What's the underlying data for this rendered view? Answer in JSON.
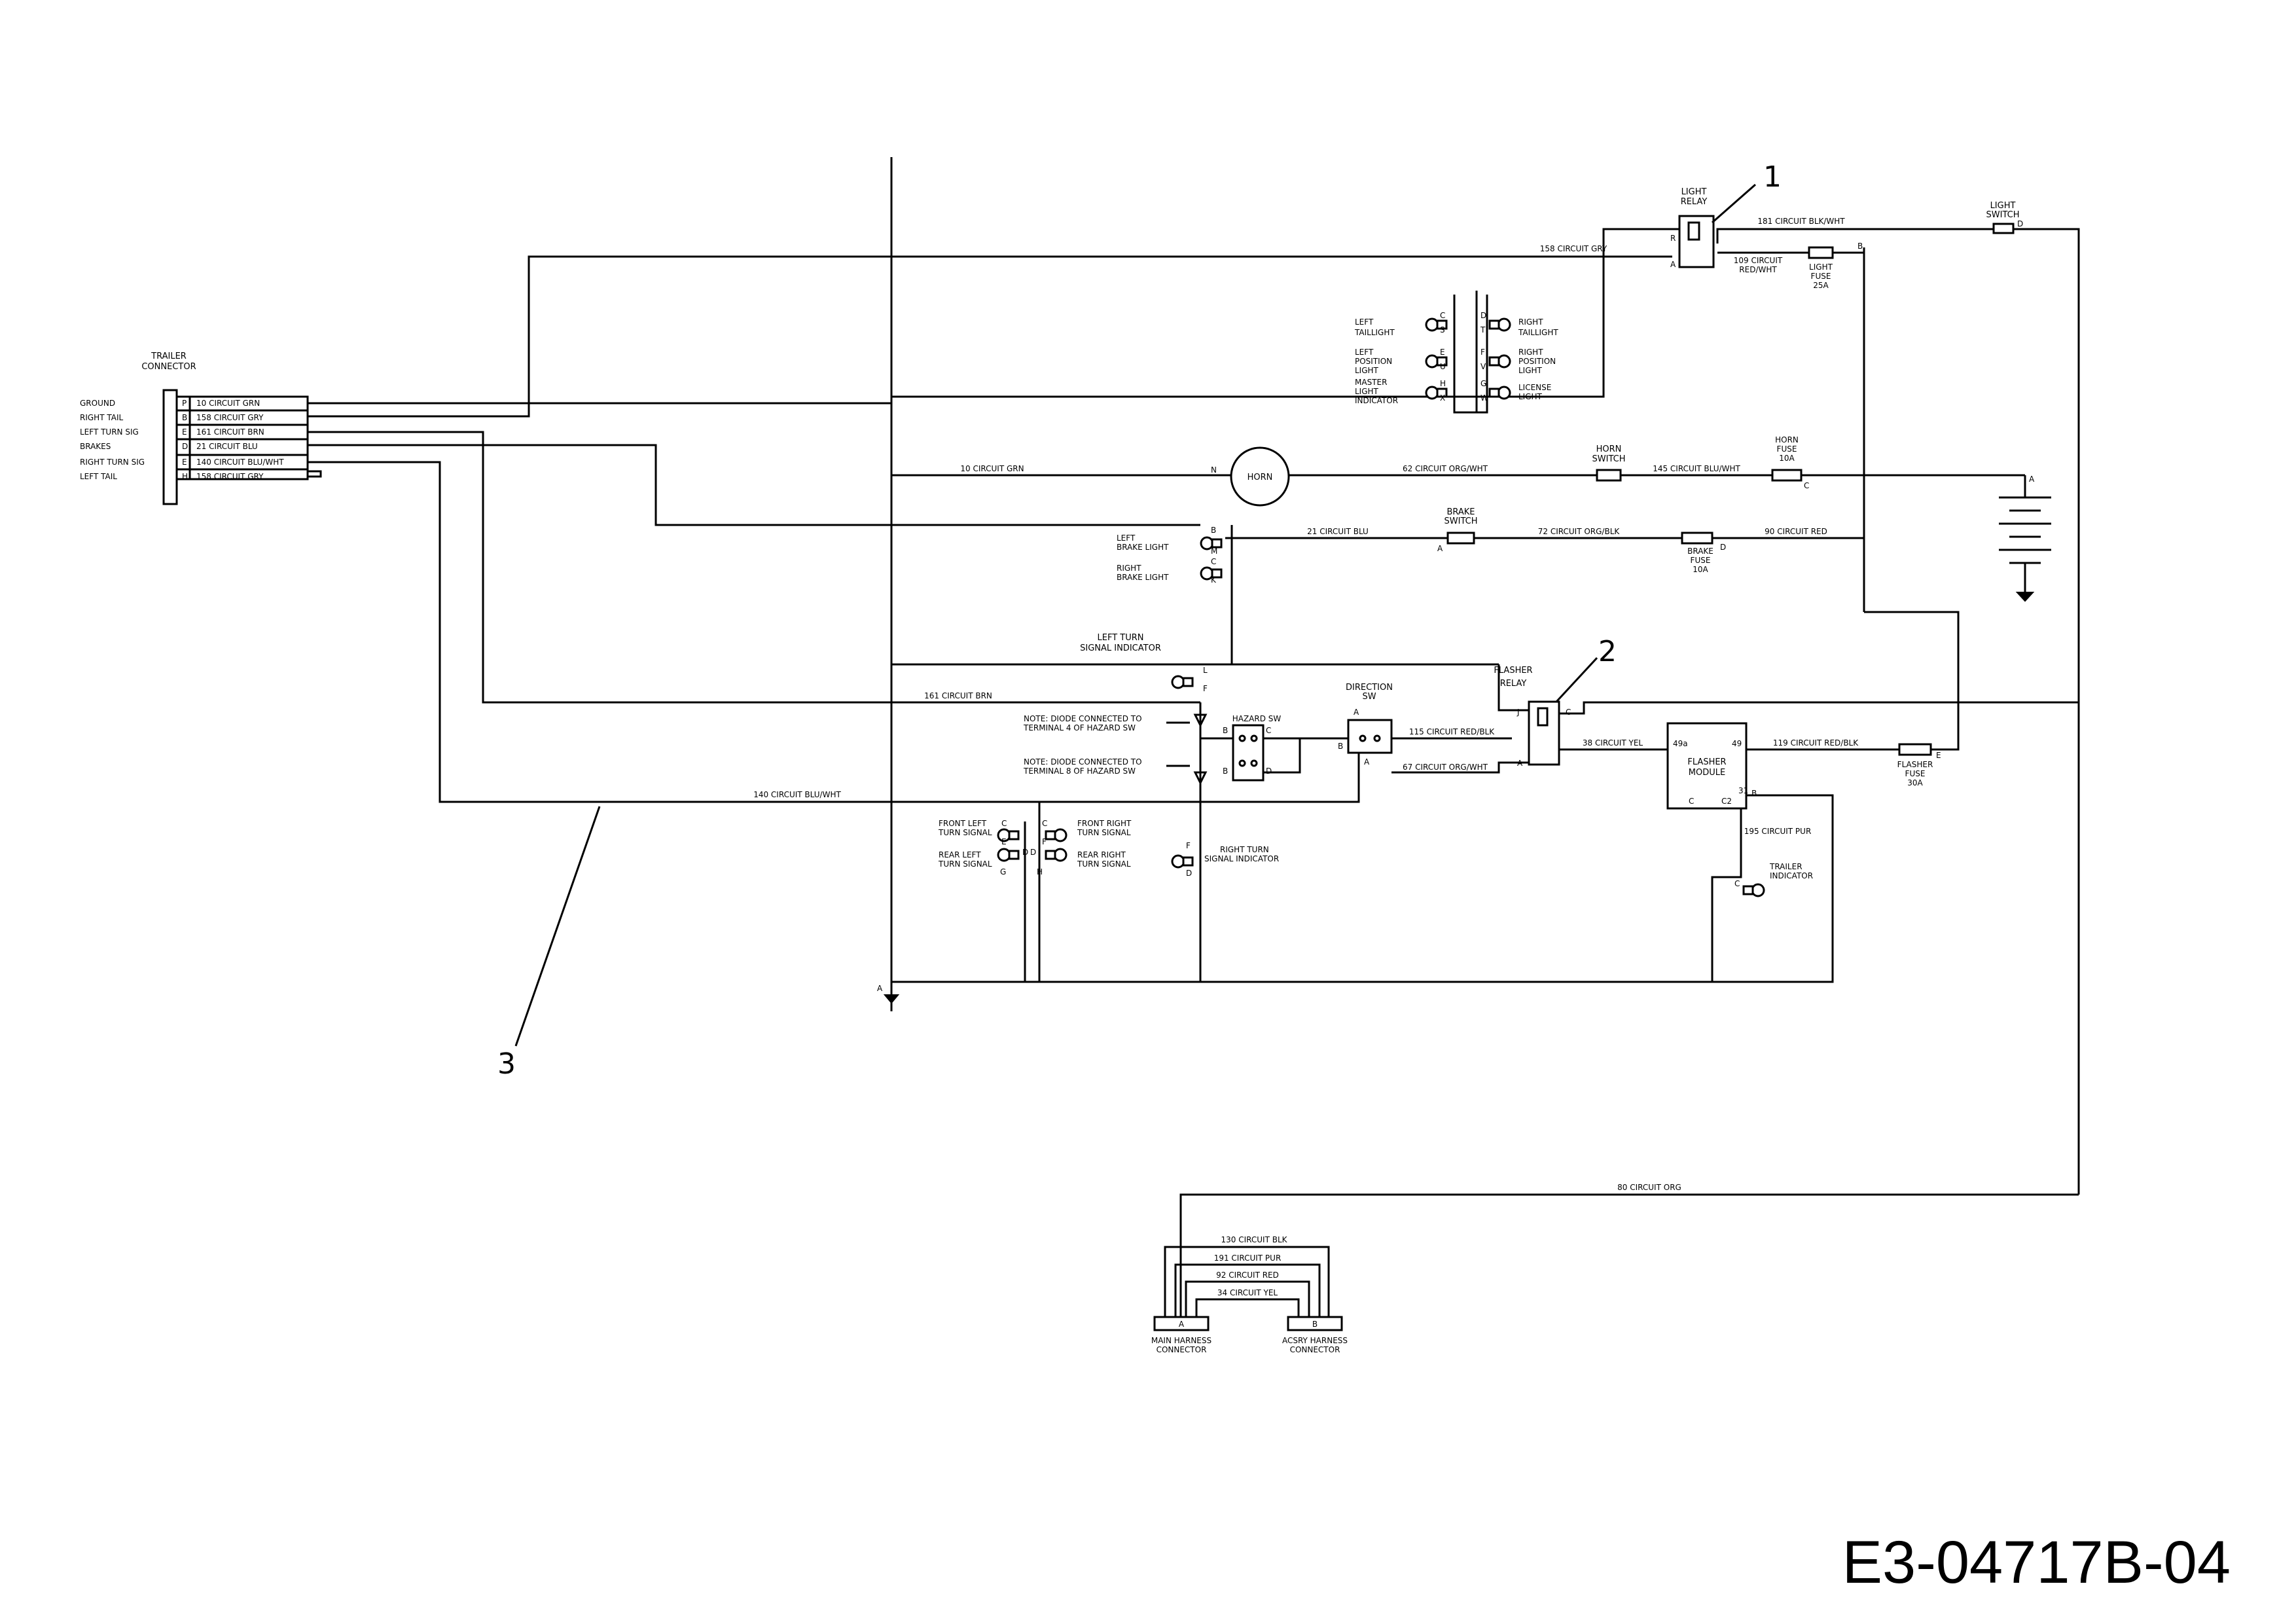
{
  "document_id": "E3-04717B-04",
  "callouts": [
    "1",
    "2",
    "3"
  ],
  "trailer_connector": {
    "title": [
      "TRAILER",
      "CONNECTOR"
    ],
    "functions": [
      "GROUND",
      "RIGHT TAIL",
      "LEFT TURN SIG",
      "BRAKES",
      "RIGHT TURN SIG",
      "LEFT TAIL"
    ],
    "pins": [
      "P",
      "B",
      "E",
      "D",
      "E",
      "H"
    ],
    "circuits": [
      "10 CIRCUIT GRN",
      "158 CIRCUIT GRY",
      "161 CIRCUIT BRN",
      "21 CIRCUIT BLU",
      "140 CIRCUIT BLU/WHT",
      "158 CIRCUIT GRY"
    ]
  },
  "components": {
    "light_relay": {
      "label": [
        "LIGHT",
        "RELAY"
      ],
      "pins": [
        "R",
        "A"
      ]
    },
    "light_switch": {
      "label": [
        "LIGHT",
        "SWITCH"
      ],
      "pin": "D"
    },
    "light_fuse": {
      "label": [
        "LIGHT",
        "FUSE",
        "25A"
      ],
      "pin": "B"
    },
    "horn": {
      "label": "HORN",
      "pin": "N"
    },
    "horn_switch": {
      "label": [
        "HORN",
        "SWITCH"
      ]
    },
    "horn_fuse": {
      "label": [
        "HORN",
        "FUSE",
        "10A"
      ],
      "pin": "C"
    },
    "battery": {
      "pin": "A"
    },
    "brake_switch": {
      "label": [
        "BRAKE",
        "SWITCH"
      ],
      "pin": "A"
    },
    "brake_fuse": {
      "label": [
        "BRAKE",
        "FUSE",
        "10A"
      ],
      "pin": "D"
    },
    "left_brake_light": {
      "label": [
        "LEFT",
        "BRAKE LIGHT"
      ],
      "pins": [
        "B",
        "M"
      ]
    },
    "right_brake_light": {
      "label": [
        "RIGHT",
        "BRAKE LIGHT"
      ],
      "pins": [
        "C",
        "K"
      ]
    },
    "left_taillight": {
      "label": [
        "LEFT",
        "TAILLIGHT"
      ],
      "pins": [
        "C",
        "S"
      ]
    },
    "right_taillight": {
      "label": [
        "RIGHT",
        "TAILLIGHT"
      ],
      "pins": [
        "D",
        "T"
      ]
    },
    "left_position_light": {
      "label": [
        "LEFT",
        "POSITION",
        "LIGHT"
      ],
      "pins": [
        "E",
        "U"
      ]
    },
    "right_position_light": {
      "label": [
        "RIGHT",
        "POSITION",
        "LIGHT"
      ],
      "pins": [
        "F",
        "V"
      ]
    },
    "master_light_indicator": {
      "label": [
        "MASTER",
        "LIGHT",
        "INDICATOR"
      ],
      "pins": [
        "H",
        "X"
      ]
    },
    "license_light": {
      "label": [
        "LICENSE",
        "LIGHT"
      ],
      "pins": [
        "G",
        "W"
      ]
    },
    "left_turn_indicator": {
      "label": [
        "LEFT TURN",
        "SIGNAL INDICATOR"
      ],
      "pins": [
        "L",
        "F"
      ]
    },
    "right_turn_indicator": {
      "label": [
        "RIGHT TURN",
        "SIGNAL INDICATOR"
      ],
      "pins": [
        "F",
        "D"
      ]
    },
    "hazard_switch": {
      "label": "HAZARD SW",
      "pins": [
        "B",
        "C",
        "B",
        "D"
      ]
    },
    "direction_switch": {
      "label": [
        "DIRECTION",
        "SW"
      ],
      "pins": [
        "A",
        "B",
        "A"
      ]
    },
    "flasher_relay": {
      "label": [
        "FLASHER",
        "RELAY"
      ],
      "pins": [
        "J",
        "C",
        "A"
      ]
    },
    "flasher_module": {
      "label": [
        "FLASHER",
        "MODULE"
      ],
      "pins": [
        "49a",
        "49",
        "C",
        "C2",
        "31",
        "B"
      ]
    },
    "flasher_fuse": {
      "label": [
        "FLASHER",
        "FUSE",
        "30A"
      ],
      "pin": "E"
    },
    "trailer_indicator": {
      "label": [
        "TRAILER",
        "INDICATOR"
      ],
      "pin": "C"
    },
    "front_left_turn": {
      "label": [
        "FRONT LEFT",
        "TURN SIGNAL"
      ],
      "pins": [
        "C",
        "E"
      ]
    },
    "rear_left_turn": {
      "label": [
        "REAR LEFT",
        "TURN SIGNAL"
      ],
      "pins": [
        "D",
        "G"
      ]
    },
    "front_right_turn": {
      "label": [
        "FRONT RIGHT",
        "TURN SIGNAL"
      ],
      "pins": [
        "C",
        "F"
      ]
    },
    "rear_right_turn": {
      "label": [
        "REAR RIGHT",
        "TURN SIGNAL"
      ],
      "pins": [
        "D",
        "H"
      ]
    },
    "ground": {
      "pin": "A"
    }
  },
  "notes": [
    [
      "NOTE: DIODE CONNECTED TO",
      "TERMINAL 4 OF HAZARD SW"
    ],
    [
      "NOTE: DIODE CONNECTED TO",
      "TERMINAL 8 OF HAZARD SW"
    ]
  ],
  "circuits": {
    "c181": "181 CIRCUIT BLK/WHT",
    "c158": "158 CIRCUIT GRY",
    "c109": [
      "109 CIRCUIT",
      "RED/WHT"
    ],
    "c10": "10 CIRCUIT GRN",
    "c62": "62 CIRCUIT ORG/WHT",
    "c145": "145 CIRCUIT BLU/WHT",
    "c21": "21 CIRCUIT BLU",
    "c72": "72 CIRCUIT ORG/BLK",
    "c90": "90 CIRCUIT RED",
    "c161": "161 CIRCUIT BRN",
    "c115": "115 CIRCUIT RED/BLK",
    "c38": "38 CIRCUIT YEL",
    "c119": "119 CIRCUIT RED/BLK",
    "c67": "67 CIRCUIT ORG/WHT",
    "c140": "140 CIRCUIT BLU/WHT",
    "c195": "195 CIRCUIT PUR",
    "c80": "80 CIRCUIT ORG"
  },
  "harness": {
    "circuits": [
      "130 CIRCUIT BLK",
      "191 CIRCUIT PUR",
      "92 CIRCUIT RED",
      "34 CIRCUIT YEL"
    ],
    "connector_a": {
      "pin": "A",
      "label": [
        "MAIN HARNESS",
        "CONNECTOR"
      ]
    },
    "connector_b": {
      "pin": "B",
      "label": [
        "ACSRY HARNESS",
        "CONNECTOR"
      ]
    }
  }
}
